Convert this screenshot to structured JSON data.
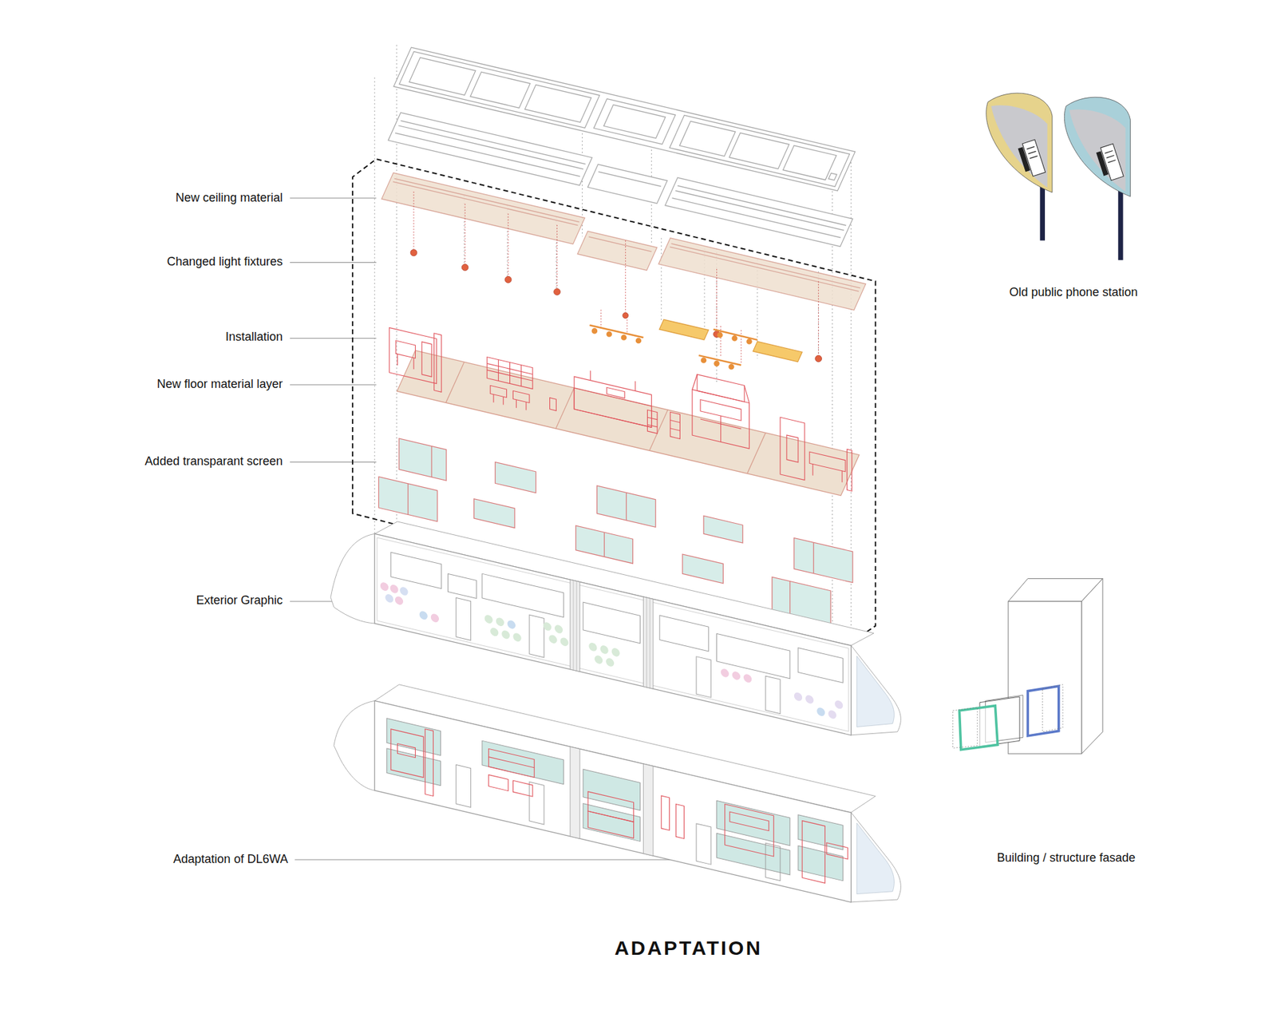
{
  "diagram": {
    "title": "ADAPTATION",
    "labels": [
      "New ceiling material",
      "Changed light fixtures",
      "Installation",
      "New floor material layer",
      "Added transparant screen",
      "Exterior Graphic",
      "Adaptation of DL6WA",
      "Old public phone station",
      "Building / structure fasade"
    ]
  }
}
